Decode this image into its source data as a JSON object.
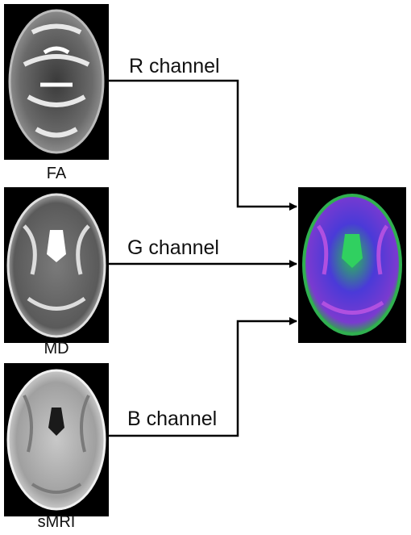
{
  "inputs": [
    {
      "caption": "FA",
      "channel": "R channel"
    },
    {
      "caption": "MD",
      "channel": "G channel"
    },
    {
      "caption": "sMRI",
      "channel": "B channel"
    }
  ],
  "colors": {
    "background": "#ffffff",
    "arrow": "#000000",
    "brain_fa": "#d8d8d8",
    "brain_md": "#9a9a9a",
    "brain_smri": "#b5b5b5",
    "composite_green": "#22c84a",
    "composite_blue": "#3a3ae0",
    "composite_purple": "#a040d0"
  }
}
